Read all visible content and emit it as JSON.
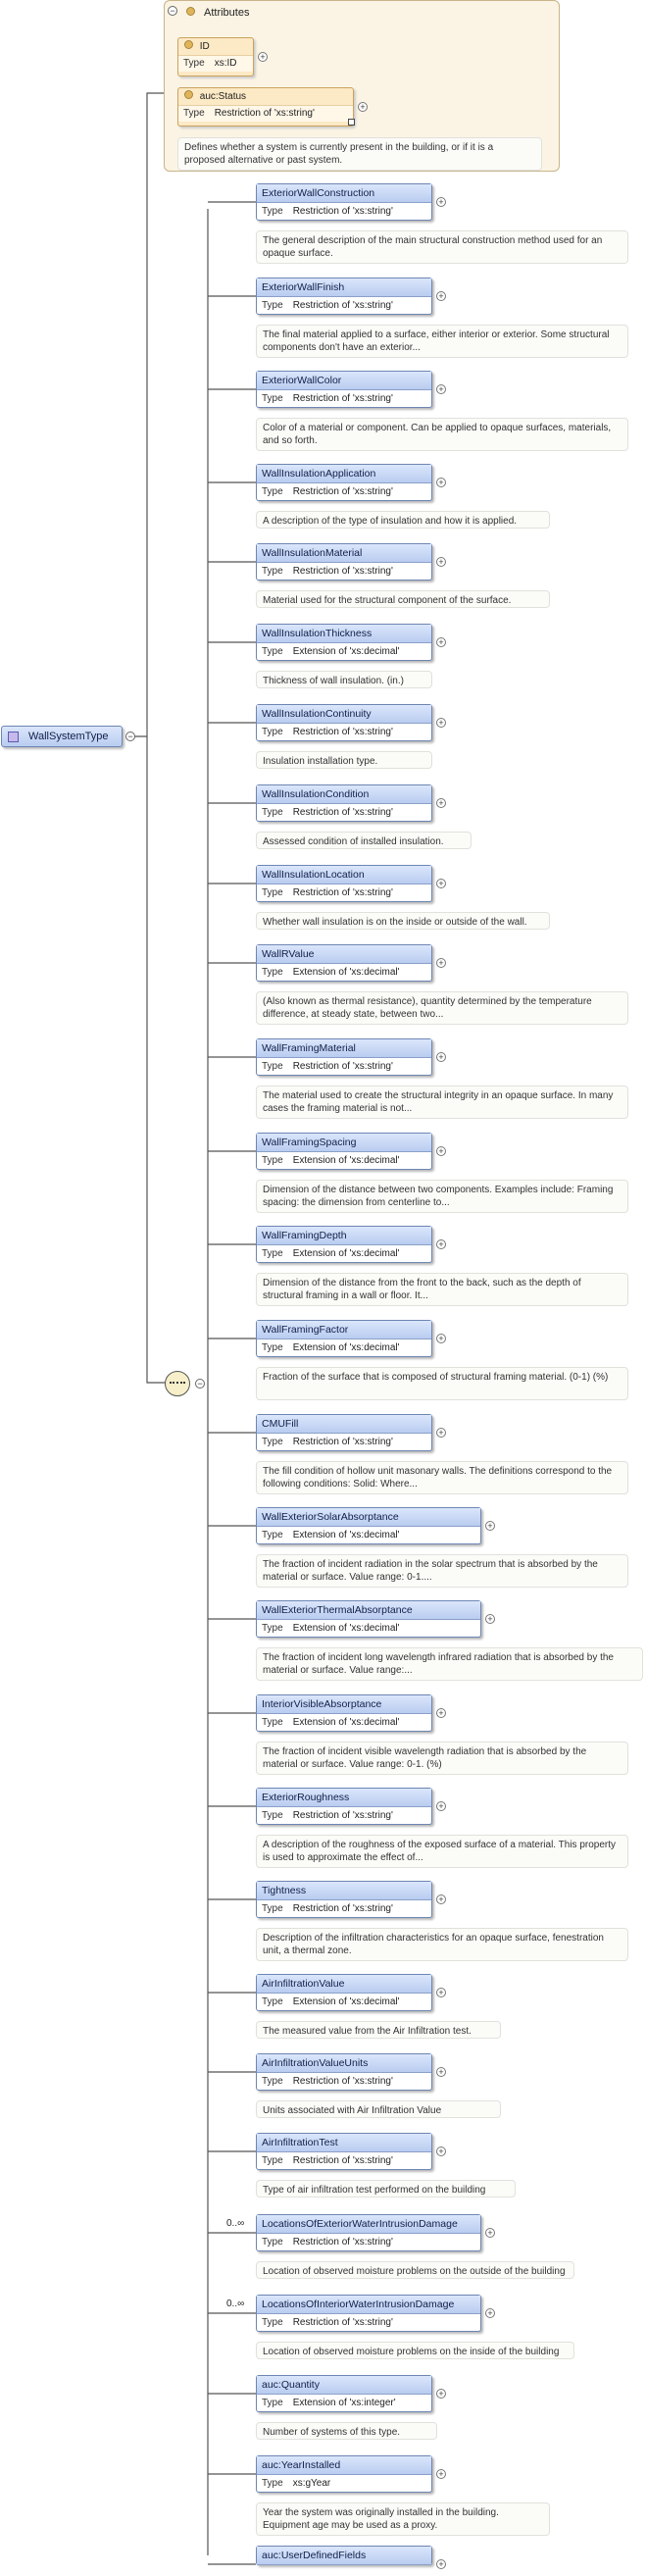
{
  "attributes": {
    "title": "Attributes",
    "id": {
      "name": "ID",
      "type_label": "Type",
      "type": "xs:ID"
    },
    "status": {
      "name": "auc:Status",
      "type_label": "Type",
      "type": "Restriction of 'xs:string'"
    },
    "status_doc": "Defines whether a system is currently present in the building, or if it is a proposed alternative or past system."
  },
  "root": {
    "name": "WallSystemType"
  },
  "type_label": "Type",
  "elements": [
    {
      "name": "ExteriorWallConstruction",
      "type": "Restriction of 'xs:string'",
      "doc": "The general description of the main structural construction method used for an opaque surface.",
      "cardinality": ""
    },
    {
      "name": "ExteriorWallFinish",
      "type": "Restriction of 'xs:string'",
      "doc": "The final material applied to a surface, either interior or exterior. Some structural components don't have an exterior...",
      "cardinality": ""
    },
    {
      "name": "ExteriorWallColor",
      "type": "Restriction of 'xs:string'",
      "doc": "Color of a material or component. Can be applied to opaque surfaces, materials, and so forth.",
      "cardinality": ""
    },
    {
      "name": "WallInsulationApplication",
      "type": "Restriction of 'xs:string'",
      "doc": "A description of the type of insulation and how it is applied.",
      "cardinality": ""
    },
    {
      "name": "WallInsulationMaterial",
      "type": "Restriction of 'xs:string'",
      "doc": "Material used for the structural component of the surface.",
      "cardinality": ""
    },
    {
      "name": "WallInsulationThickness",
      "type": "Extension of 'xs:decimal'",
      "doc": "Thickness of wall insulation. (in.)",
      "cardinality": ""
    },
    {
      "name": "WallInsulationContinuity",
      "type": "Restriction of 'xs:string'",
      "doc": "Insulation installation type.",
      "cardinality": ""
    },
    {
      "name": "WallInsulationCondition",
      "type": "Restriction of 'xs:string'",
      "doc": "Assessed condition of installed insulation.",
      "cardinality": ""
    },
    {
      "name": "WallInsulationLocation",
      "type": "Restriction of 'xs:string'",
      "doc": "Whether wall insulation is on the inside or outside of the wall.",
      "cardinality": ""
    },
    {
      "name": "WallRValue",
      "type": "Extension of 'xs:decimal'",
      "doc": "(Also known as thermal resistance), quantity determined by the temperature difference, at steady state, between two...",
      "cardinality": ""
    },
    {
      "name": "WallFramingMaterial",
      "type": "Restriction of 'xs:string'",
      "doc": "The material used to create the structural integrity in an opaque surface. In many cases the framing material is not...",
      "cardinality": ""
    },
    {
      "name": "WallFramingSpacing",
      "type": "Extension of 'xs:decimal'",
      "doc": "Dimension of the distance between two components. Examples include: Framing spacing: the dimension from centerline to...",
      "cardinality": ""
    },
    {
      "name": "WallFramingDepth",
      "type": "Extension of 'xs:decimal'",
      "doc": "Dimension of the distance from the front to the back, such as the depth of structural framing in a wall or floor. It...",
      "cardinality": ""
    },
    {
      "name": "WallFramingFactor",
      "type": "Extension of 'xs:decimal'",
      "doc": "Fraction of the surface that is composed of structural framing material. (0-1) (%)",
      "cardinality": ""
    },
    {
      "name": "CMUFill",
      "type": "Restriction of 'xs:string'",
      "doc": "The fill condition of hollow unit masonary walls. The definitions correspond to the following conditions: Solid: Where...",
      "cardinality": ""
    },
    {
      "name": "WallExteriorSolarAbsorptance",
      "type": "Extension of 'xs:decimal'",
      "doc": "The fraction of incident radiation in the solar spectrum that is absorbed by the material or surface. Value range: 0-1....",
      "cardinality": ""
    },
    {
      "name": "WallExteriorThermalAbsorptance",
      "type": "Extension of 'xs:decimal'",
      "doc": "The fraction of incident long wavelength infrared radiation that is absorbed by the material or surface. Value range:...",
      "cardinality": ""
    },
    {
      "name": "InteriorVisibleAbsorptance",
      "type": "Extension of 'xs:decimal'",
      "doc": "The fraction of incident visible wavelength radiation that is absorbed by the material or surface. Value range: 0-1. (%)",
      "cardinality": ""
    },
    {
      "name": "ExteriorRoughness",
      "type": "Restriction of 'xs:string'",
      "doc": "A description of the roughness of the exposed surface of a material. This property is used to approximate the effect of...",
      "cardinality": ""
    },
    {
      "name": "Tightness",
      "type": "Restriction of 'xs:string'",
      "doc": "Description of the infiltration characteristics for an opaque surface, fenestration unit, a thermal zone.",
      "cardinality": ""
    },
    {
      "name": "AirInfiltrationValue",
      "type": "Extension of 'xs:decimal'",
      "doc": "The measured value from the Air Infiltration test.",
      "cardinality": ""
    },
    {
      "name": "AirInfiltrationValueUnits",
      "type": "Restriction of 'xs:string'",
      "doc": "Units associated with Air Infiltration Value",
      "cardinality": ""
    },
    {
      "name": "AirInfiltrationTest",
      "type": "Restriction of 'xs:string'",
      "doc": "Type of air infiltration test performed on the building",
      "cardinality": ""
    },
    {
      "name": "LocationsOfExteriorWaterIntrusionDamage",
      "type": "Restriction of 'xs:string'",
      "doc": "Location of observed moisture problems on the outside of the building",
      "cardinality": "0..∞"
    },
    {
      "name": "LocationsOfInteriorWaterIntrusionDamage",
      "type": "Restriction of 'xs:string'",
      "doc": "Location of observed moisture problems on the inside of the building",
      "cardinality": "0..∞"
    },
    {
      "name": "auc:Quantity",
      "type": "Extension of 'xs:integer'",
      "doc": "Number of systems of this type.",
      "cardinality": ""
    },
    {
      "name": "auc:YearInstalled",
      "type": "xs:gYear",
      "doc": "Year the system was originally installed in the building. Equipment age may be used as a proxy.",
      "cardinality": ""
    },
    {
      "name": "auc:UserDefinedFields",
      "type": "",
      "doc": "",
      "cardinality": ""
    }
  ]
}
